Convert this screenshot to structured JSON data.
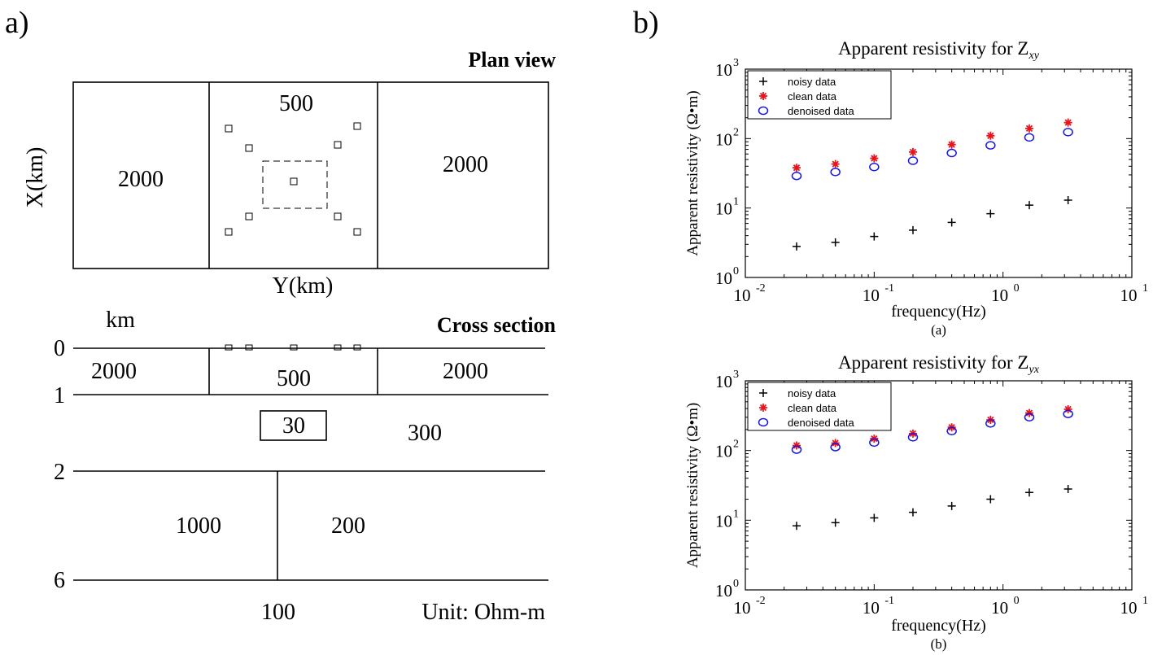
{
  "panel_a": {
    "label": "a)",
    "plan_title": "Plan view",
    "x_axis_label": "X(km)",
    "y_axis_label": "Y(km)",
    "plan_left": "2000",
    "plan_center": "500",
    "plan_right": "2000",
    "cross_title": "Cross section",
    "depth_unit": "km",
    "depth_ticks": [
      "0",
      "1",
      "2",
      "6"
    ],
    "top_left": "2000",
    "top_center": "500",
    "top_right": "2000",
    "anomaly": "30",
    "layer2": "300",
    "bottom_left": "1000",
    "bottom_right": "200",
    "basement": "100",
    "unit_note": "Unit: Ohm-m"
  },
  "panel_b": {
    "label": "b)"
  },
  "chart_data": [
    {
      "type": "scatter",
      "title": "Apparent resistivity for Z",
      "title_subscript": "xy",
      "xlabel": "frequency(Hz)",
      "ylabel": "Apparent resistivity  (Ω•m)",
      "caption": "(a)",
      "x_scale": "log",
      "y_scale": "log",
      "xlim": [
        0.01,
        10
      ],
      "ylim": [
        1,
        1000
      ],
      "x_tick_values": [
        0.01,
        0.1,
        1,
        10
      ],
      "x_tick_labels": [
        "10",
        "10",
        "10",
        "10"
      ],
      "x_tick_exponents": [
        "-2",
        "-1",
        "0",
        "1"
      ],
      "y_tick_values": [
        1,
        10,
        100,
        1000
      ],
      "y_tick_labels": [
        "10",
        "10",
        "10",
        "10"
      ],
      "y_tick_exponents": [
        "0",
        "1",
        "2",
        "3"
      ],
      "legend_position": "top-left",
      "x": [
        0.025,
        0.05,
        0.1,
        0.2,
        0.4,
        0.8,
        1.6,
        3.2
      ],
      "series": [
        {
          "name": "noisy data",
          "marker": "plus",
          "color": "#000000",
          "values": [
            2.8,
            3.2,
            3.9,
            4.8,
            6.2,
            8.3,
            11,
            13
          ]
        },
        {
          "name": "clean data",
          "marker": "star",
          "color": "#e8141c",
          "values": [
            38,
            43,
            52,
            64,
            82,
            110,
            140,
            170
          ]
        },
        {
          "name": "denoised data",
          "marker": "circle",
          "color": "#1414e8",
          "values": [
            29,
            33,
            39,
            48,
            62,
            80,
            104,
            124
          ]
        }
      ]
    },
    {
      "type": "scatter",
      "title": "Apparent resistivity for Z",
      "title_subscript": "yx",
      "xlabel": "frequency(Hz)",
      "ylabel": "Apparent resistivity  (Ω•m)",
      "caption": "(b)",
      "x_scale": "log",
      "y_scale": "log",
      "xlim": [
        0.01,
        10
      ],
      "ylim": [
        1,
        1000
      ],
      "x_tick_values": [
        0.01,
        0.1,
        1,
        10
      ],
      "x_tick_labels": [
        "10",
        "10",
        "10",
        "10"
      ],
      "x_tick_exponents": [
        "-2",
        "-1",
        "0",
        "1"
      ],
      "y_tick_values": [
        1,
        10,
        100,
        1000
      ],
      "y_tick_labels": [
        "10",
        "10",
        "10",
        "10"
      ],
      "y_tick_exponents": [
        "0",
        "1",
        "2",
        "3"
      ],
      "legend_position": "top-left",
      "x": [
        0.025,
        0.05,
        0.1,
        0.2,
        0.4,
        0.8,
        1.6,
        3.2
      ],
      "series": [
        {
          "name": "noisy data",
          "marker": "plus",
          "color": "#000000",
          "values": [
            8.3,
            9.2,
            10.8,
            13,
            16,
            20,
            25,
            28
          ]
        },
        {
          "name": "clean data",
          "marker": "star",
          "color": "#e8141c",
          "values": [
            118,
            128,
            148,
            175,
            215,
            275,
            345,
            390
          ]
        },
        {
          "name": "denoised data",
          "marker": "circle",
          "color": "#1414e8",
          "values": [
            103,
            112,
            130,
            155,
            190,
            245,
            300,
            335
          ]
        }
      ]
    }
  ]
}
